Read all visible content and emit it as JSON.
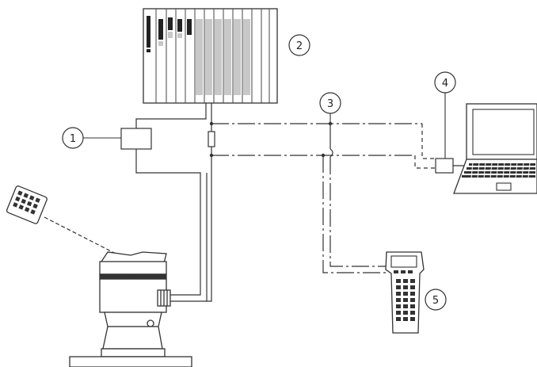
{
  "diagram": {
    "callouts": [
      {
        "id": "1",
        "label": "1"
      },
      {
        "id": "2",
        "label": "2"
      },
      {
        "id": "3",
        "label": "3"
      },
      {
        "id": "4",
        "label": "4"
      },
      {
        "id": "5",
        "label": "5"
      }
    ],
    "components": {
      "plc": "plc-rack",
      "isolator": "power-supply-box",
      "resistor": "loop-resistor",
      "laptop": "laptop-icon",
      "modem": "modem-box",
      "handheld_communicator": "handheld-communicator-icon",
      "ir_programmer": "infrared-programmer-icon",
      "transmitter": "radar-transmitter-icon"
    },
    "colors": {
      "line": "#333333",
      "dashed_line": "#555555",
      "fill_light": "#ffffff",
      "fill_gray": "#c8c8c8",
      "fill_dark": "#222222"
    }
  }
}
